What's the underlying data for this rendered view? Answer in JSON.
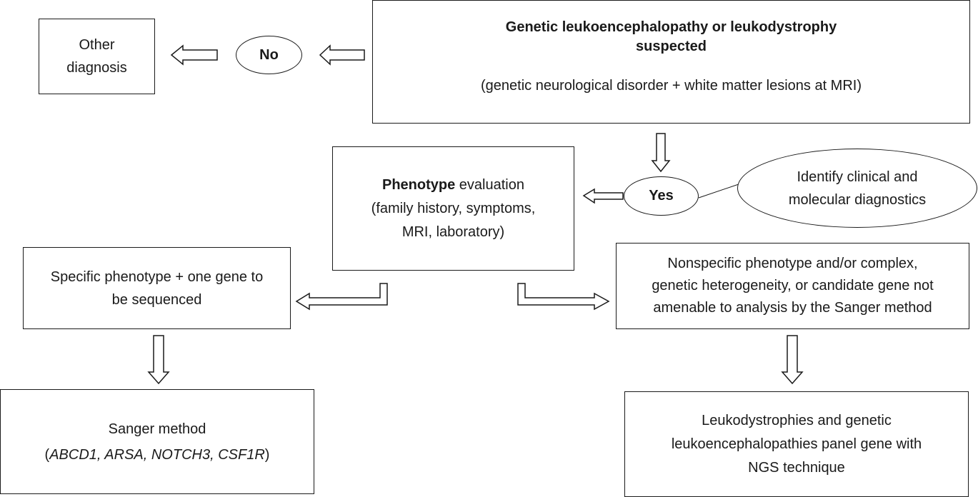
{
  "nodes": {
    "top": {
      "title_line1": "Genetic leukoencephalopathy or leukodystrophy",
      "title_line2": "suspected",
      "subtitle": "(genetic neurological disorder + white matter lesions at MRI)"
    },
    "no": {
      "label": "No"
    },
    "other": {
      "line1": "Other",
      "line2": "diagnosis"
    },
    "yes": {
      "label": "Yes"
    },
    "identify": {
      "line1": "Identify clinical and",
      "line2": "molecular diagnostics"
    },
    "phenotype": {
      "bold": "Phenotype",
      "rest": " evaluation",
      "line2": "(family history, symptoms,",
      "line3": "MRI, laboratory)"
    },
    "specific": {
      "line1": "Specific phenotype + one gene to",
      "line2": "be sequenced"
    },
    "nonspecific": {
      "line1": "Nonspecific phenotype and/or complex,",
      "line2": "genetic heterogeneity, or candidate gene not",
      "line3": "amenable to analysis by the Sanger method"
    },
    "sanger": {
      "line1": "Sanger method",
      "open": "(",
      "genes": "ABCD1, ARSA, NOTCH3, CSF1R",
      "close": ")"
    },
    "ngs": {
      "line1": "Leukodystrophies and genetic",
      "line2": "leukoencephalopathies panel gene with",
      "line3": "NGS technique"
    }
  }
}
